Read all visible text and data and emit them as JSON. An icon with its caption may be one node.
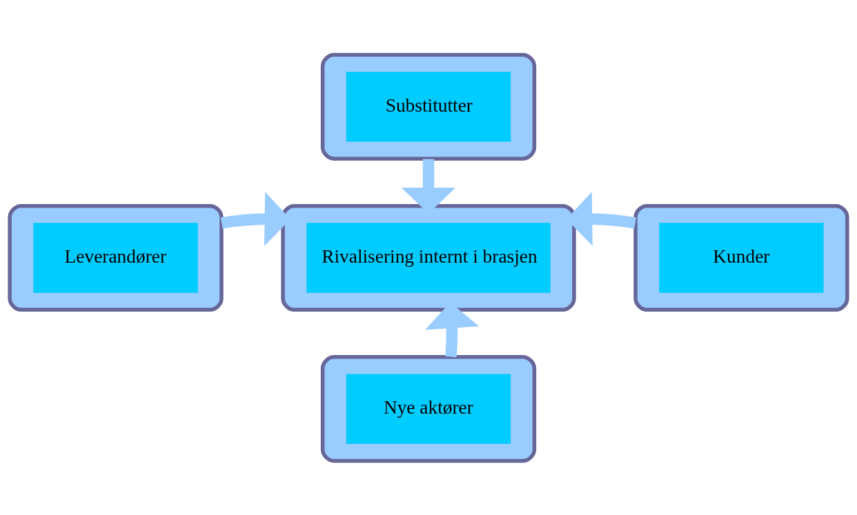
{
  "diagram": {
    "nodes": [
      {
        "text": [
          "Substitutter"
        ]
      },
      {
        "text": [
          "Leverandører"
        ]
      },
      {
        "text": [
          "Rivalisering internt i brasjen"
        ]
      },
      {
        "text": [
          "Kunder"
        ]
      },
      {
        "text": [
          "Nye aktører"
        ]
      }
    ],
    "edges": [
      {
        "from": 0,
        "to": 2,
        "arrow": "to"
      },
      {
        "from": 1,
        "to": 2,
        "arrow": "to"
      },
      {
        "from": 3,
        "to": 2,
        "arrow": "to"
      },
      {
        "from": 4,
        "to": 2,
        "arrow": "to"
      }
    ]
  }
}
